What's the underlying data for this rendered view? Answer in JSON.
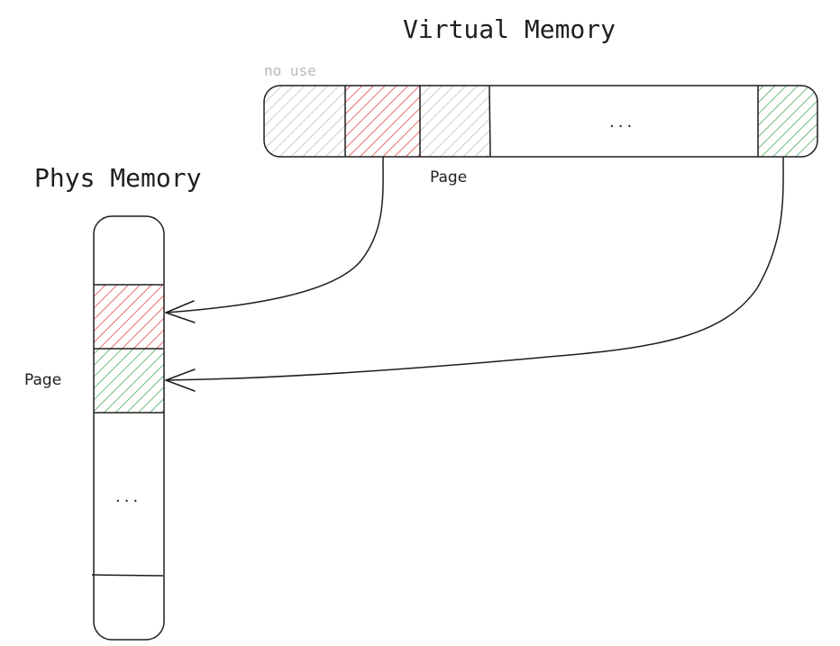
{
  "diagram": {
    "virtual_memory": {
      "title": "Virtual Memory",
      "no_use_label": "no use",
      "page_label": "Page",
      "ellipsis": "...",
      "segments": [
        {
          "name": "no-use-1",
          "fill": "gray"
        },
        {
          "name": "page-red",
          "fill": "red"
        },
        {
          "name": "no-use-2",
          "fill": "gray"
        },
        {
          "name": "ellipsis",
          "fill": "none"
        },
        {
          "name": "page-green",
          "fill": "green"
        }
      ]
    },
    "phys_memory": {
      "title": "Phys Memory",
      "page_label": "Page",
      "ellipsis": "...",
      "segments": [
        {
          "name": "empty-top",
          "fill": "none"
        },
        {
          "name": "page-red",
          "fill": "red"
        },
        {
          "name": "page-green",
          "fill": "green"
        },
        {
          "name": "ellipsis",
          "fill": "none"
        },
        {
          "name": "empty-bottom",
          "fill": "none"
        }
      ]
    },
    "mappings": [
      {
        "from": "virtual.page-red",
        "to": "phys.page-red"
      },
      {
        "from": "virtual.page-green",
        "to": "phys.page-green"
      }
    ],
    "colors": {
      "red": "#e03131",
      "green": "#2f9e44",
      "gray": "#b8b8b8",
      "stroke": "#1e1e1e"
    }
  }
}
